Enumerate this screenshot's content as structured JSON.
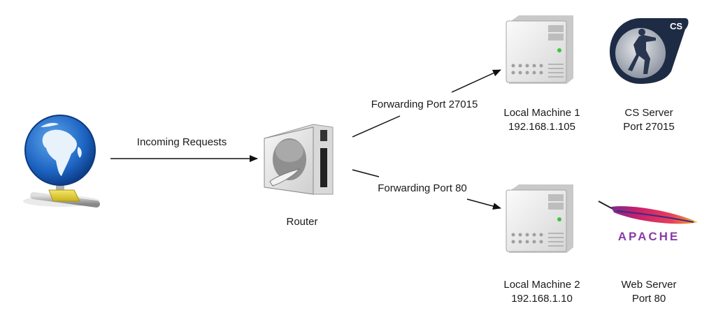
{
  "diagram": {
    "title": "Port forwarding network diagram",
    "nodes": {
      "internet": {
        "icon": "globe-network-icon"
      },
      "router": {
        "label": "Router",
        "icon": "router-icon"
      },
      "machine1": {
        "line1": "Local Machine 1",
        "line2": "192.168.1.105",
        "icon": "server-tower-icon"
      },
      "machine2": {
        "line1": "Local Machine 2",
        "line2": "192.168.1.10",
        "icon": "server-tower-icon"
      },
      "cs_server": {
        "line1": "CS Server",
        "line2": "Port 27015",
        "icon": "counter-strike-logo-icon",
        "badge": "CS"
      },
      "web_server": {
        "line1": "Web Server",
        "line2": "Port 80",
        "icon": "apache-feather-logo-icon",
        "wordmark": "APACHE"
      }
    },
    "edges": {
      "incoming": "Incoming Requests",
      "forward1": "Forwarding Port 27015",
      "forward2": "Forwarding Port 80"
    }
  }
}
